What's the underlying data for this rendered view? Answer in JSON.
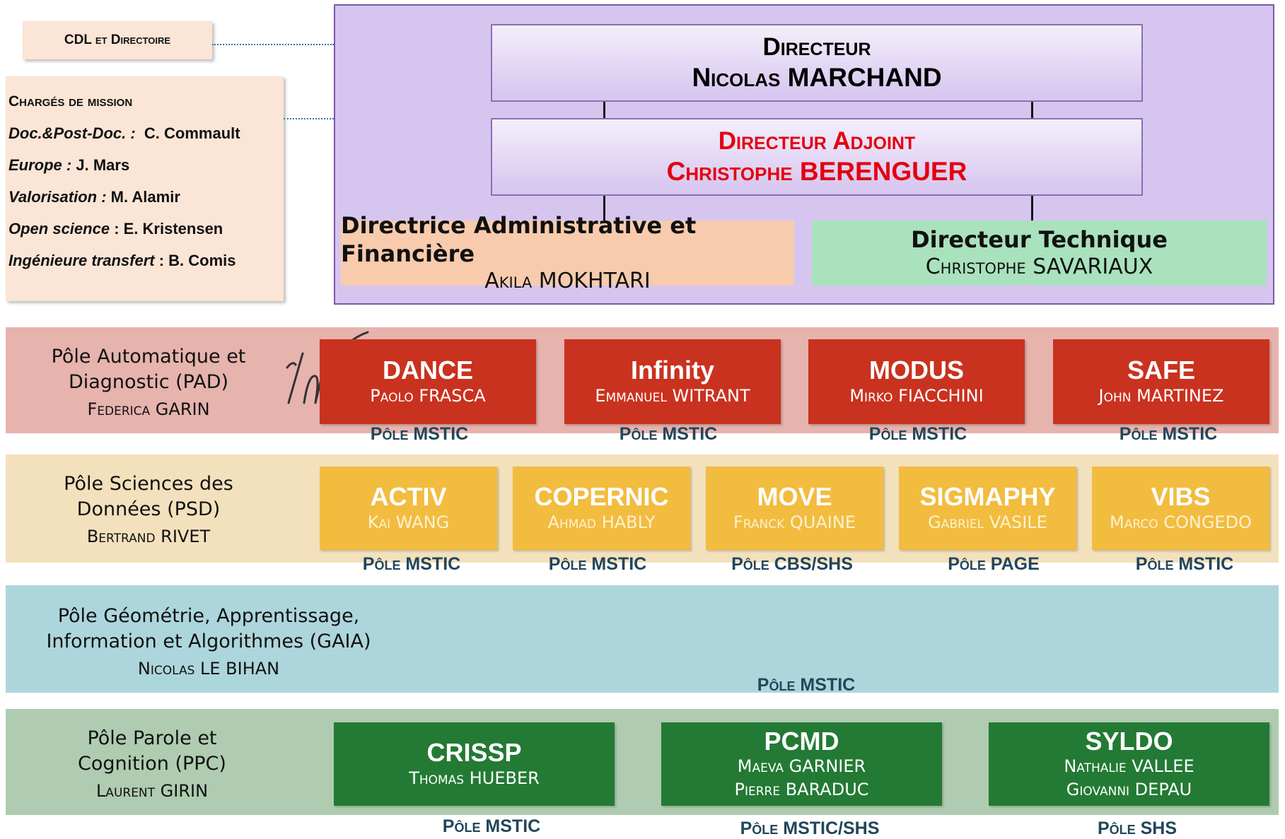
{
  "top_left": {
    "cdl_label": "CDL et Directoire",
    "missions_title": "Chargés de mission",
    "missions": [
      {
        "role": "Doc.&Post-Doc. :",
        "person": "C. Commault"
      },
      {
        "role": "Europe :",
        "person": "J. Mars"
      },
      {
        "role": "Valorisation :",
        "person": "M. Alamir"
      },
      {
        "role": "Open science",
        "person": ": E. Kristensen"
      },
      {
        "role": "Ingénieure transfert",
        "person": ": B. Comis"
      }
    ]
  },
  "direction": {
    "director_title": "Directeur",
    "director_name": "Nicolas MARCHAND",
    "adjoint_title": "Directeur Adjoint",
    "adjoint_name": "Christophe BERENGUER",
    "daf_title": "Directrice Administrative et Financière",
    "daf_name": "Akila MOKHTARI",
    "tech_title": "Directeur Technique",
    "tech_name": "Christophe SAVARIAUX"
  },
  "colors": {
    "direction_bg": "#d6c6ef",
    "pad_bg": "#e6b3ad",
    "psd_bg": "#f3e0bd",
    "gaia_bg": "#add6dc",
    "ppc_bg": "#afccb0",
    "red_team": "#c9321f",
    "yellow_team": "#f2bc3f",
    "green_team": "#237a34",
    "adjoint_red": "#e3000f"
  },
  "logo": {
    "text": "inria"
  },
  "poles": {
    "pad": {
      "title_line1": "Pôle Automatique et",
      "title_line2": "Diagnostic (PAD)",
      "head": "Federica GARIN",
      "teams": [
        {
          "name": "DANCE",
          "lead": "Paolo FRASCA",
          "pole": "Pôle MSTIC"
        },
        {
          "name": "Infinity",
          "lead": "Emmanuel WITRANT",
          "pole": "Pôle MSTIC"
        },
        {
          "name": "MODUS",
          "lead": "Mirko FIACCHINI",
          "pole": "Pôle MSTIC"
        },
        {
          "name": "SAFE",
          "lead": "John MARTINEZ",
          "pole": "Pôle MSTIC"
        }
      ]
    },
    "psd": {
      "title_line1": "Pôle Sciences des",
      "title_line2": "Données (PSD)",
      "head": "Bertrand RIVET",
      "teams": [
        {
          "name": "ACTIV",
          "lead": "Kai WANG",
          "pole": "Pôle MSTIC"
        },
        {
          "name": "COPERNIC",
          "lead": "Ahmad HABLY",
          "pole": "Pôle MSTIC"
        },
        {
          "name": "MOVE",
          "lead": "Franck QUAINE",
          "pole": "Pôle CBS/SHS"
        },
        {
          "name": "SIGMAPHY",
          "lead": "Gabriel VASILE",
          "pole": "Pôle PAGE"
        },
        {
          "name": "VIBS",
          "lead": "Marco CONGEDO",
          "pole": "Pôle MSTIC"
        }
      ]
    },
    "gaia": {
      "title_line1": "Pôle Géométrie, Apprentissage,",
      "title_line2": "Information et Algorithmes (GAIA)",
      "head": "Nicolas LE BIHAN",
      "pole": "Pôle MSTIC"
    },
    "ppc": {
      "title_line1": "Pôle Parole et",
      "title_line2": "Cognition (PPC)",
      "head": "Laurent GIRIN",
      "teams": [
        {
          "name": "CRISSP",
          "lead": "Thomas HUEBER",
          "lead2": "",
          "pole": "Pôle MSTIC"
        },
        {
          "name": "PCMD",
          "lead": "Maeva GARNIER",
          "lead2": "Pierre BARADUC",
          "pole": "Pôle MSTIC/SHS"
        },
        {
          "name": "SYLDO",
          "lead": "Nathalie VALLEE",
          "lead2": "Giovanni DEPAU",
          "pole": "Pôle SHS"
        }
      ]
    }
  }
}
